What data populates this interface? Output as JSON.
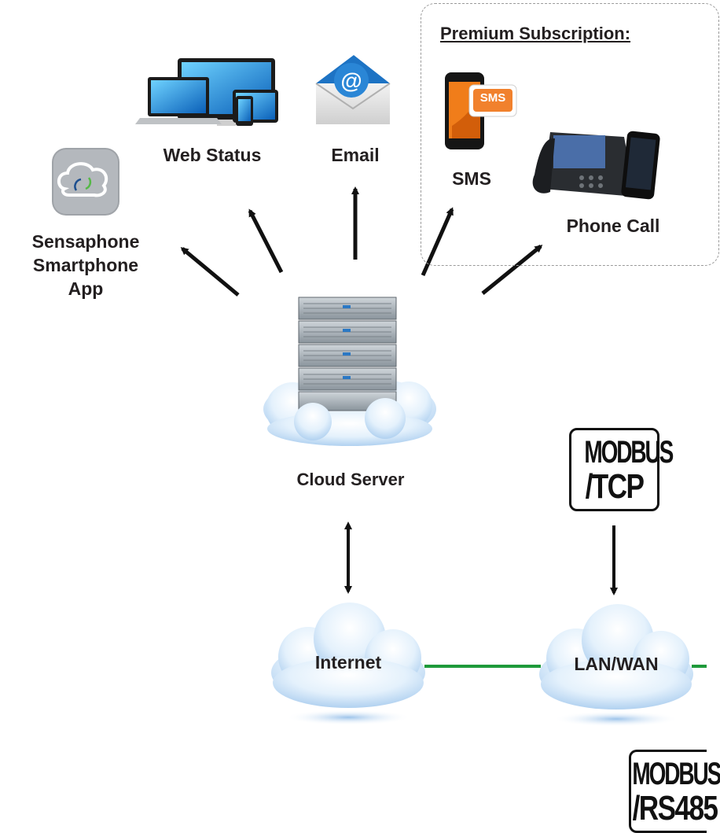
{
  "premium": {
    "title": "Premium Subscription:"
  },
  "nodes": {
    "app": {
      "label_lines": [
        "Sensaphone",
        "Smartphone",
        "App"
      ]
    },
    "web": {
      "label": "Web Status"
    },
    "email": {
      "label": "Email"
    },
    "sms": {
      "label": "SMS",
      "badge": "SMS"
    },
    "phone": {
      "label": "Phone Call"
    },
    "cloud_server": {
      "label": "Cloud Server"
    },
    "internet": {
      "label": "Internet"
    },
    "lan": {
      "label": "LAN/WAN"
    }
  },
  "modbus_tcp": {
    "line1": "MODBUS",
    "line2": "/TCP"
  },
  "modbus_rs485": {
    "line1": "MODBUS",
    "line2": "/RS485"
  },
  "icons": {
    "app": "cloud-sync-icon",
    "web": "devices-icon",
    "email": "envelope-icon",
    "sms": "smartphone-sms-icon",
    "phone": "desk-phone-icon",
    "server": "server-rack-icon"
  },
  "colors": {
    "link_line": "#1e9a3a",
    "arrow": "#111111",
    "cloud_light": "#eef6fd",
    "cloud_dark": "#a9cdef"
  }
}
